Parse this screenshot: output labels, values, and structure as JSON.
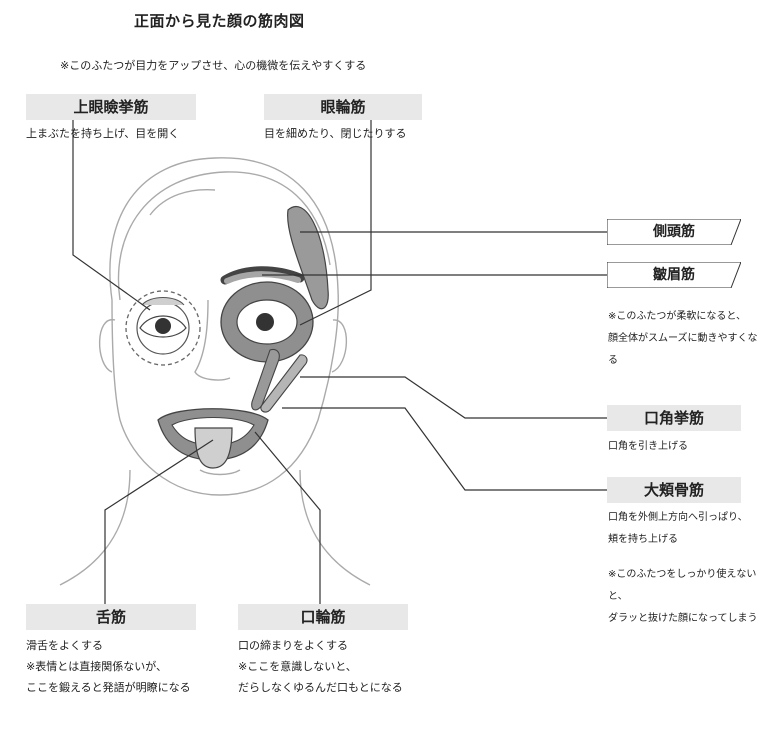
{
  "title": "正面から見た顔の筋肉図",
  "top_note": "※このふたつが目力をアップさせ、心の機微を伝えやすくする",
  "muscles": {
    "upper_eyelid": {
      "name": "上眼瞼挙筋",
      "desc": "上まぶたを持ち上げ、目を開く"
    },
    "orbicularis_oculi": {
      "name": "眼輪筋",
      "desc": "目を細めたり、閉じたりする"
    },
    "temporalis": {
      "name": "側頭筋"
    },
    "corrugator": {
      "name": "皺眉筋"
    },
    "right_note": [
      "※このふたつが柔軟になると、",
      "顔全体がスムーズに動きやすくなる"
    ],
    "levator_anguli": {
      "name": "口角挙筋",
      "desc": "口角を引き上げる"
    },
    "zygomaticus": {
      "name": "大頬骨筋",
      "desc": [
        "口角を外側上方向へ引っぱり、",
        "頬を持ち上げる"
      ]
    },
    "zygomaticus_note": [
      "※このふたつをしっかり使えないと、",
      "ダラッと抜けた顔になってしまう"
    ],
    "tongue": {
      "name": "舌筋",
      "desc": [
        "滑舌をよくする",
        "※表情とは直接関係ないが、",
        "ここを鍛えると発語が明瞭になる"
      ]
    },
    "orbicularis_oris": {
      "name": "口輪筋",
      "desc": [
        "口の締まりをよくする",
        "※ここを意識しないと、",
        "だらしなくゆるんだ口もとになる"
      ]
    }
  }
}
